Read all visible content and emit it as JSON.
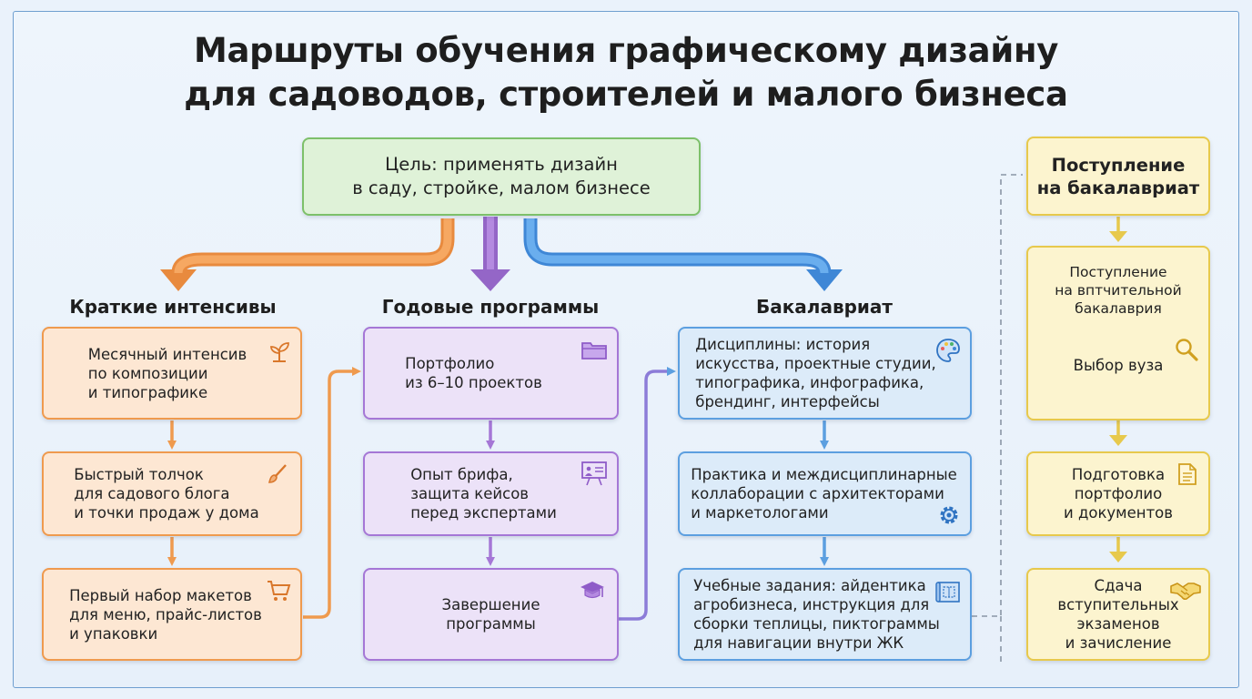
{
  "title": {
    "line1": "Маршруты обучения графическому дизайну",
    "line2": "для садоводов, строителей и малого бизнеса"
  },
  "goal": {
    "text": "Цель: применять дизайн\nв саду, стройке, малом бизнесе"
  },
  "columns": {
    "intensives": {
      "heading": "Краткие интенсивы",
      "steps": [
        {
          "text": "Месячный интенсив\nпо композиции\nи типографике",
          "icon": "sprout-icon"
        },
        {
          "text": "Быстрый толчок\nдля садового блога\nи точки продаж у дома",
          "icon": "paintbrush-icon"
        },
        {
          "text": "Первый набор макетов\nдля меню, прайс-листов\nи упаковки",
          "icon": "cart-icon"
        }
      ]
    },
    "annual": {
      "heading": "Годовые программы",
      "steps": [
        {
          "text": "Портфолио\nиз 6–10 проектов",
          "icon": "folder-icon"
        },
        {
          "text": "Опыт брифа,\nзащита кейсов\nперед экспертами",
          "icon": "presentation-icon"
        },
        {
          "text": "Завершение\nпрограммы",
          "icon": "graduation-cap-icon"
        }
      ]
    },
    "bachelor": {
      "heading": "Бакалавриат",
      "steps": [
        {
          "text": "Дисциплины: история\nискусства, проектные студии,\nтипографика, инфографика,\nбрендинг, интерфейсы",
          "icon": "palette-icon"
        },
        {
          "text": "Практика и междисциплинарные\nколлаборации с архитекторами\nи маркетологами",
          "icon": "gear-icon"
        },
        {
          "text": "Учебные задания: айдентика\nагробизнеса, инструкция для\nсборки теплицы, пиктограммы\nдля навигации внутри ЖК",
          "icon": "blueprint-icon"
        }
      ]
    },
    "admission": {
      "heading": "Поступление\nна бакалавриат",
      "step1_text": "Поступление\nна вптчительной\nбакалаврия",
      "step1_sub": "Выбор вуза",
      "steps": [
        {
          "text": "Подготовка\nпортфолио\nи документов",
          "icon": "document-icon"
        },
        {
          "text": "Сдача\nвступительных\nэкзаменов\nи зачисление",
          "icon": "handshake-icon"
        }
      ],
      "search_icon": "search-icon"
    }
  },
  "colors": {
    "orange": "#ef9a4e",
    "purple": "#a577d6",
    "blue": "#5c9fe0",
    "yellow": "#e7c94c",
    "green": "#7dc06a"
  }
}
